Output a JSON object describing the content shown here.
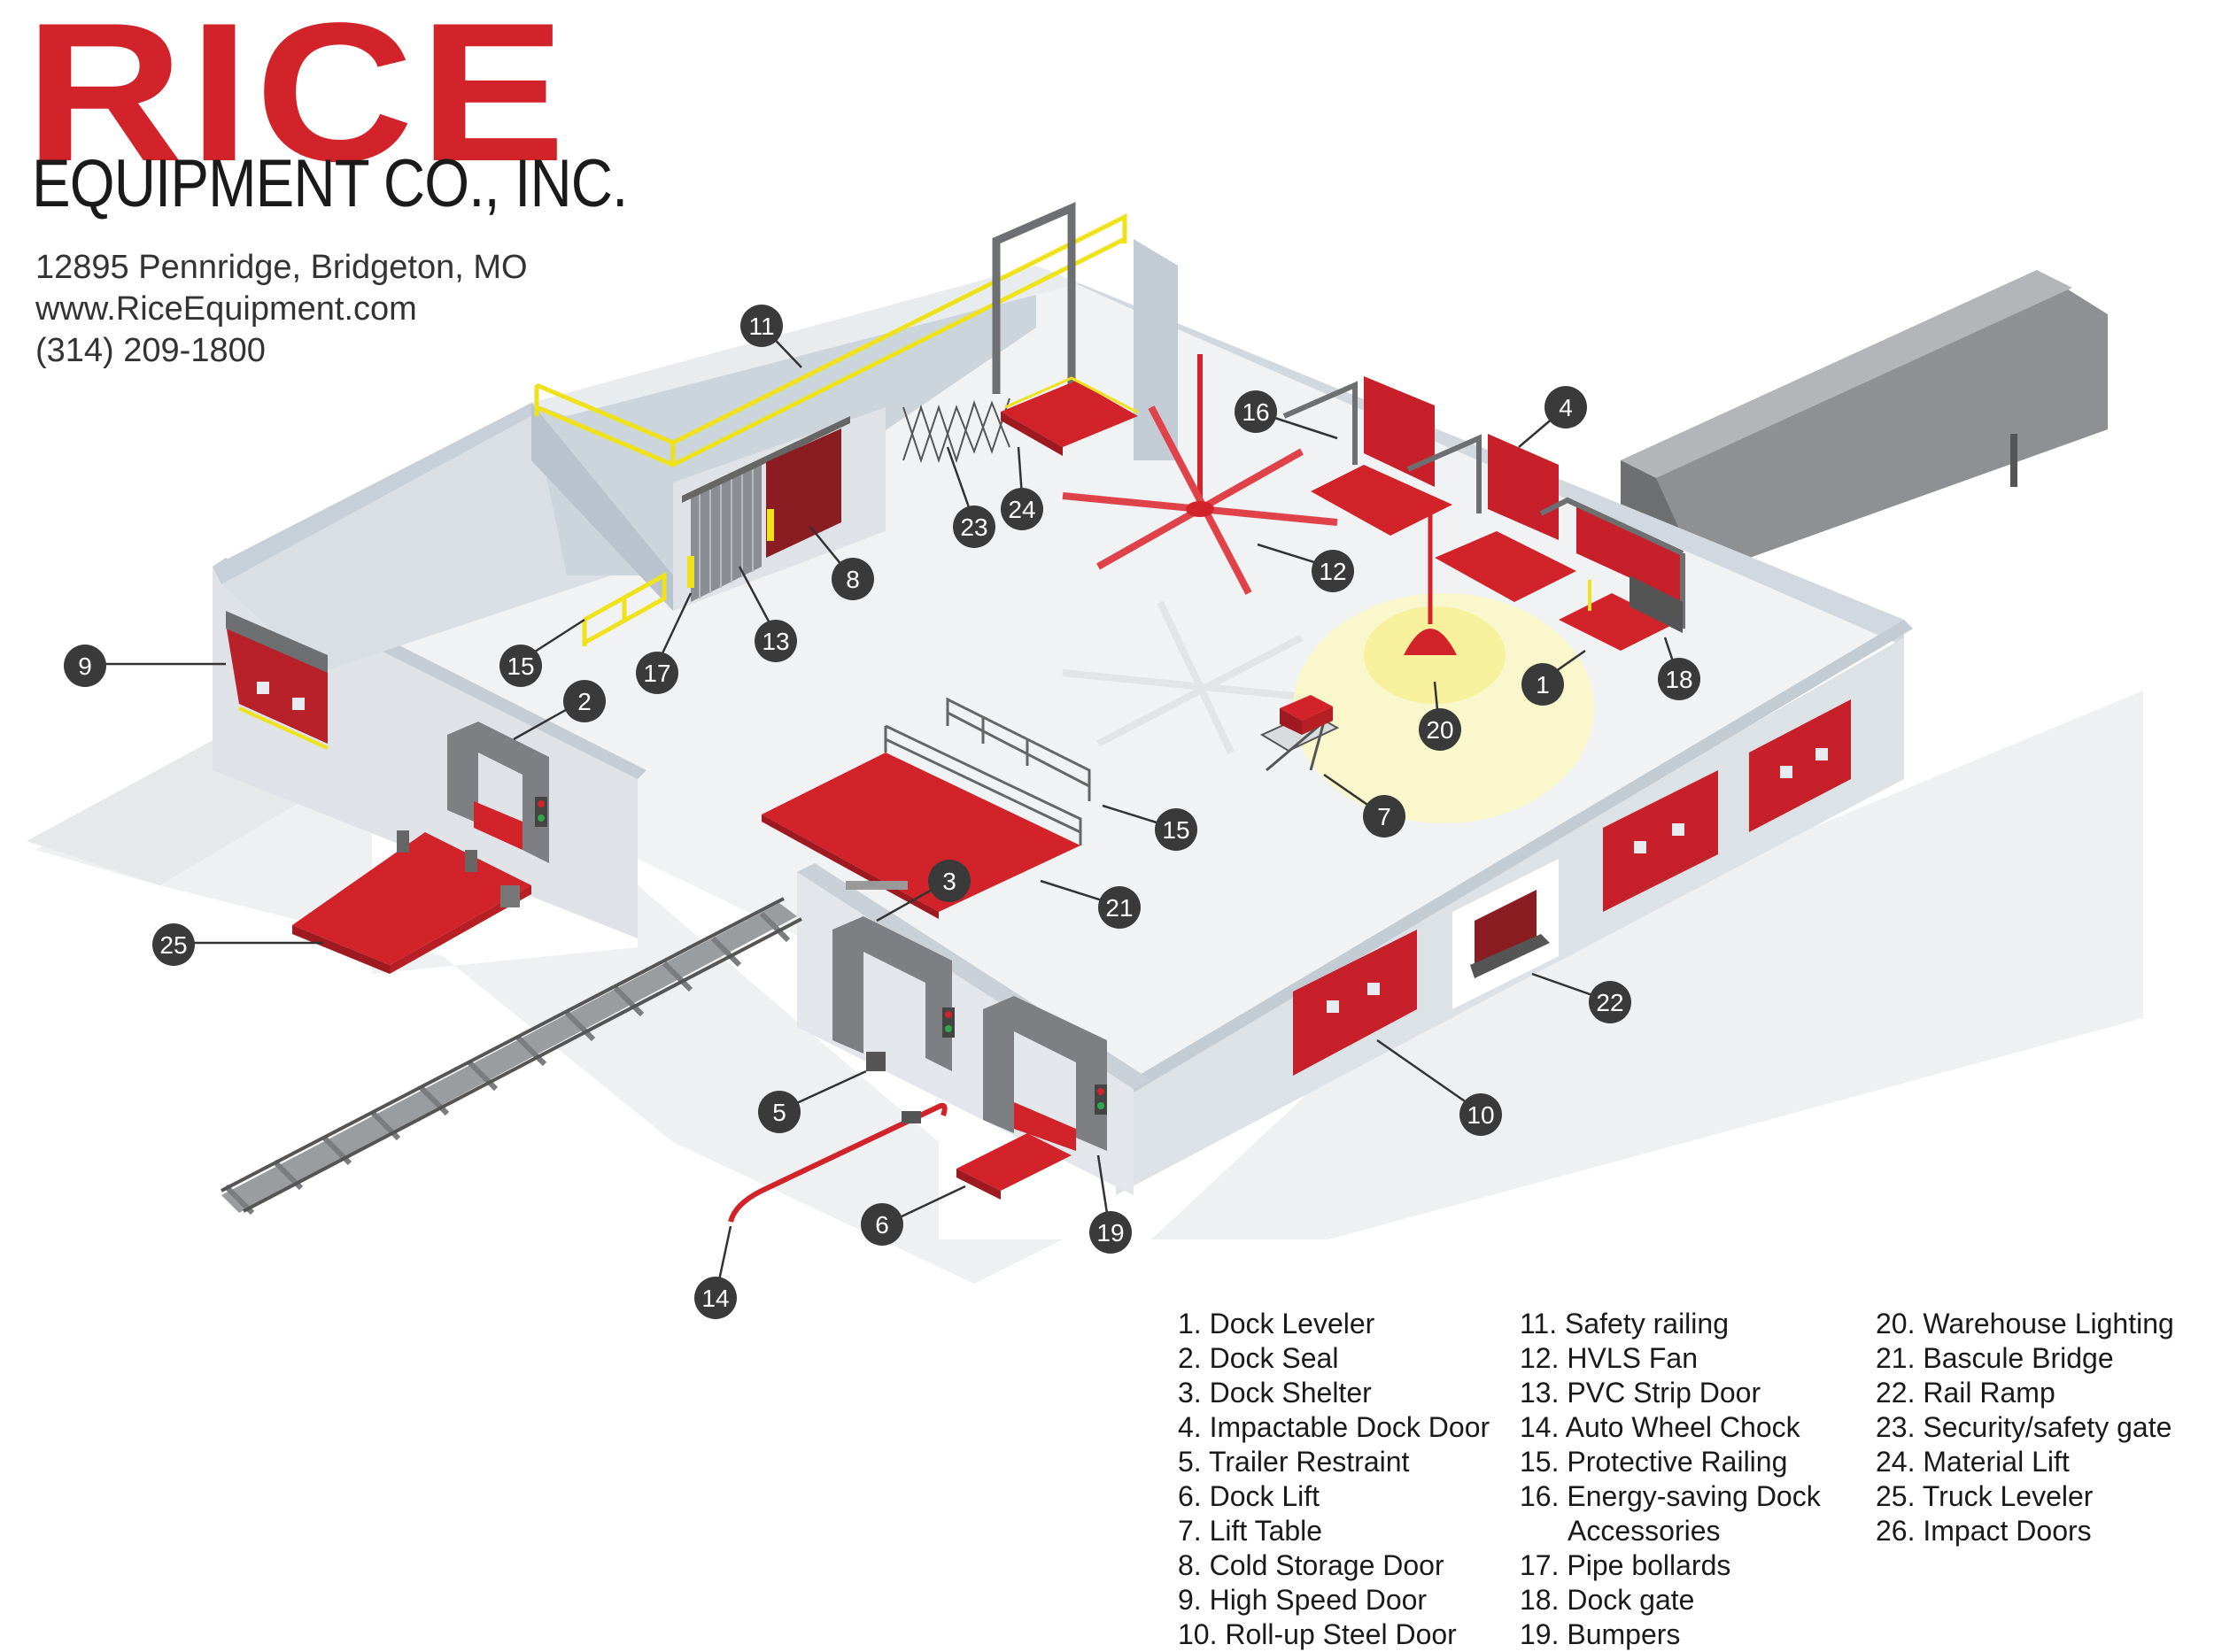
{
  "brand": {
    "name": "RICE",
    "subtitle": "EQUIPMENT CO., INC.",
    "address": "12895 Pennridge, Bridgeton, MO",
    "website": "www.RiceEquipment.com",
    "phone": "(314) 209-1800",
    "accent_color": "#d2232a"
  },
  "legend": {
    "col1": [
      {
        "n": "1.",
        "label": "Dock Leveler"
      },
      {
        "n": "2.",
        "label": "Dock Seal"
      },
      {
        "n": "3.",
        "label": "Dock Shelter"
      },
      {
        "n": "4.",
        "label": "Impactable Dock Door"
      },
      {
        "n": "5.",
        "label": "Trailer Restraint"
      },
      {
        "n": "6.",
        "label": "Dock Lift"
      },
      {
        "n": "7.",
        "label": "Lift Table"
      },
      {
        "n": "8.",
        "label": "Cold Storage Door"
      },
      {
        "n": "9.",
        "label": "High Speed Door"
      },
      {
        "n": "10.",
        "label": "Roll-up Steel Door"
      }
    ],
    "col2": [
      {
        "n": "11.",
        "label": "Safety railing"
      },
      {
        "n": "12.",
        "label": "HVLS Fan"
      },
      {
        "n": "13.",
        "label": "PVC Strip Door"
      },
      {
        "n": "14.",
        "label": "Auto Wheel Chock"
      },
      {
        "n": "15.",
        "label": "Protective Railing"
      },
      {
        "n": "16.",
        "label": "Energy-saving Dock"
      },
      {
        "n": "",
        "label": "Accessories"
      },
      {
        "n": "17.",
        "label": "Pipe bollards"
      },
      {
        "n": "18.",
        "label": "Dock gate"
      },
      {
        "n": "19.",
        "label": "Bumpers"
      }
    ],
    "col3": [
      {
        "n": "20.",
        "label": "Warehouse Lighting"
      },
      {
        "n": "21.",
        "label": "Bascule Bridge"
      },
      {
        "n": "22.",
        "label": "Rail Ramp"
      },
      {
        "n": "23.",
        "label": "Security/safety gate"
      },
      {
        "n": "24.",
        "label": "Material Lift"
      },
      {
        "n": "25.",
        "label": "Truck Leveler"
      },
      {
        "n": "26.",
        "label": "Impact Doors"
      }
    ]
  },
  "callouts": [
    "11",
    "16",
    "4",
    "24",
    "23",
    "12",
    "8",
    "13",
    "15",
    "17",
    "9",
    "2",
    "1",
    "18",
    "20",
    "7",
    "15",
    "21",
    "3",
    "25",
    "22",
    "5",
    "10",
    "6",
    "19",
    "14"
  ]
}
